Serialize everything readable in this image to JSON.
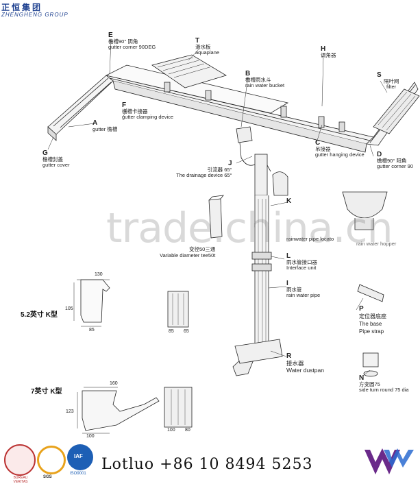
{
  "header": {
    "brand_cn": "正恒集团",
    "brand_en": "ZHENGHENG GROUP"
  },
  "watermark": "trade.china.cn",
  "parts": [
    {
      "key": "E",
      "cn": "檐槽90° 阴角",
      "en": "gutter corner 90DEG"
    },
    {
      "key": "T",
      "cn": "滑水板",
      "en": "aquaplane"
    },
    {
      "key": "H",
      "cn": "调角器",
      "en": ""
    },
    {
      "key": "B",
      "cn": "檐槽雨水斗",
      "en": "rain water bucket"
    },
    {
      "key": "S",
      "cn": "隔叶网",
      "en": "filter"
    },
    {
      "key": "F",
      "cn": "檐槽卡接器",
      "en": "gutter clamping device"
    },
    {
      "key": "A",
      "cn": "",
      "en": "gutter 檐槽"
    },
    {
      "key": "G",
      "cn": "檐槽封盖",
      "en": "gutter cover"
    },
    {
      "key": "C",
      "cn": "吊接器",
      "en": "gutter hanging device"
    },
    {
      "key": "D",
      "cn": "檐槽90° 阳角",
      "en": "gutter corner 90"
    },
    {
      "key": "J",
      "cn": "引流器 65°",
      "en": "The drainage device 65°"
    },
    {
      "key": "K",
      "cn": "",
      "en": "rainwater pipe locato"
    },
    {
      "key": "L",
      "cn": "雨水管接口器",
      "en": "Interface unit"
    },
    {
      "key": "I",
      "cn": "雨水管",
      "en": "rain water pipe"
    },
    {
      "key": "R",
      "cn": "接水器",
      "en": "Water dustpan"
    },
    {
      "key": "P",
      "cn": "定位器底座",
      "en": "The base"
    },
    {
      "key": "N",
      "cn": "方变圆75",
      "en": "side turn round 75 dia"
    }
  ],
  "extra": {
    "tee_cn": "变径50三通",
    "tee_en": "Variable diameter tee50t",
    "hopper_en": "rain water hopper",
    "pipe_strap": "Pipe strap"
  },
  "profiles": {
    "k52": {
      "title": "5.2英寸 K型",
      "top": "130",
      "height": "105",
      "bottom": "85",
      "pipe_a": "85",
      "pipe_b": "65"
    },
    "k7": {
      "title": "7英寸 K型",
      "top": "160",
      "height": "123",
      "bottom": "100",
      "pipe_a": "100",
      "pipe_b": "80"
    }
  },
  "footer": {
    "contact": "Lotluo +86 10 8494 5253",
    "seal1": "BUREAU VERITAS",
    "seal2": "SGS",
    "seal3": "IAF",
    "seal3_sub": "ISO9001"
  }
}
